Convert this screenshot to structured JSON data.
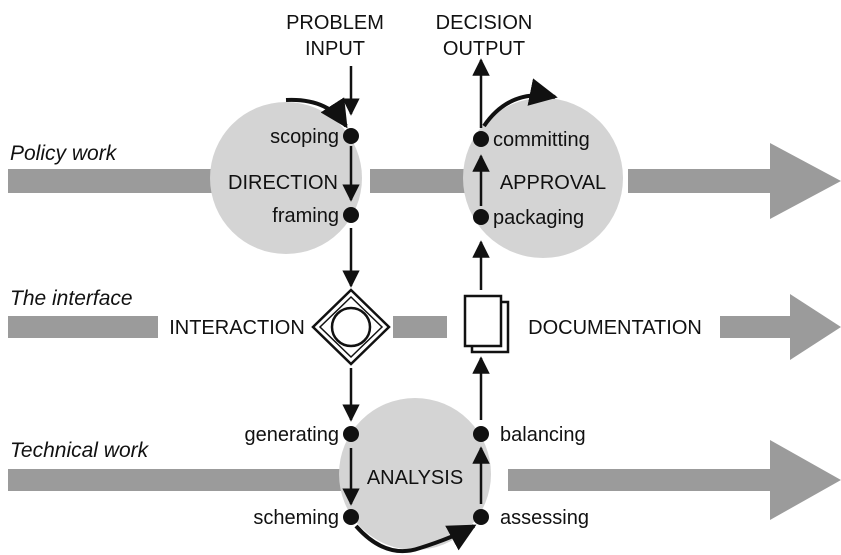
{
  "colors": {
    "band": "#9b9b9b",
    "circle": "#d4d4d4",
    "ink": "#111111"
  },
  "top_labels": {
    "problem_input": [
      "PROBLEM",
      "INPUT"
    ],
    "decision_output": [
      "DECISION",
      "OUTPUT"
    ]
  },
  "lanes": {
    "policy": "Policy work",
    "interface": "The interface",
    "technical": "Technical work"
  },
  "stages": {
    "direction": "DIRECTION",
    "approval": "APPROVAL",
    "interaction": "INTERACTION",
    "documentation": "DOCUMENTATION",
    "analysis": "ANALYSIS"
  },
  "steps": {
    "scoping": "scoping",
    "framing": "framing",
    "committing": "committing",
    "packaging": "packaging",
    "generating": "generating",
    "scheming": "scheming",
    "balancing": "balancing",
    "assessing": "assessing"
  },
  "icons": {
    "interaction": "diamond-circle-icon",
    "documentation": "document-stack-icon"
  }
}
